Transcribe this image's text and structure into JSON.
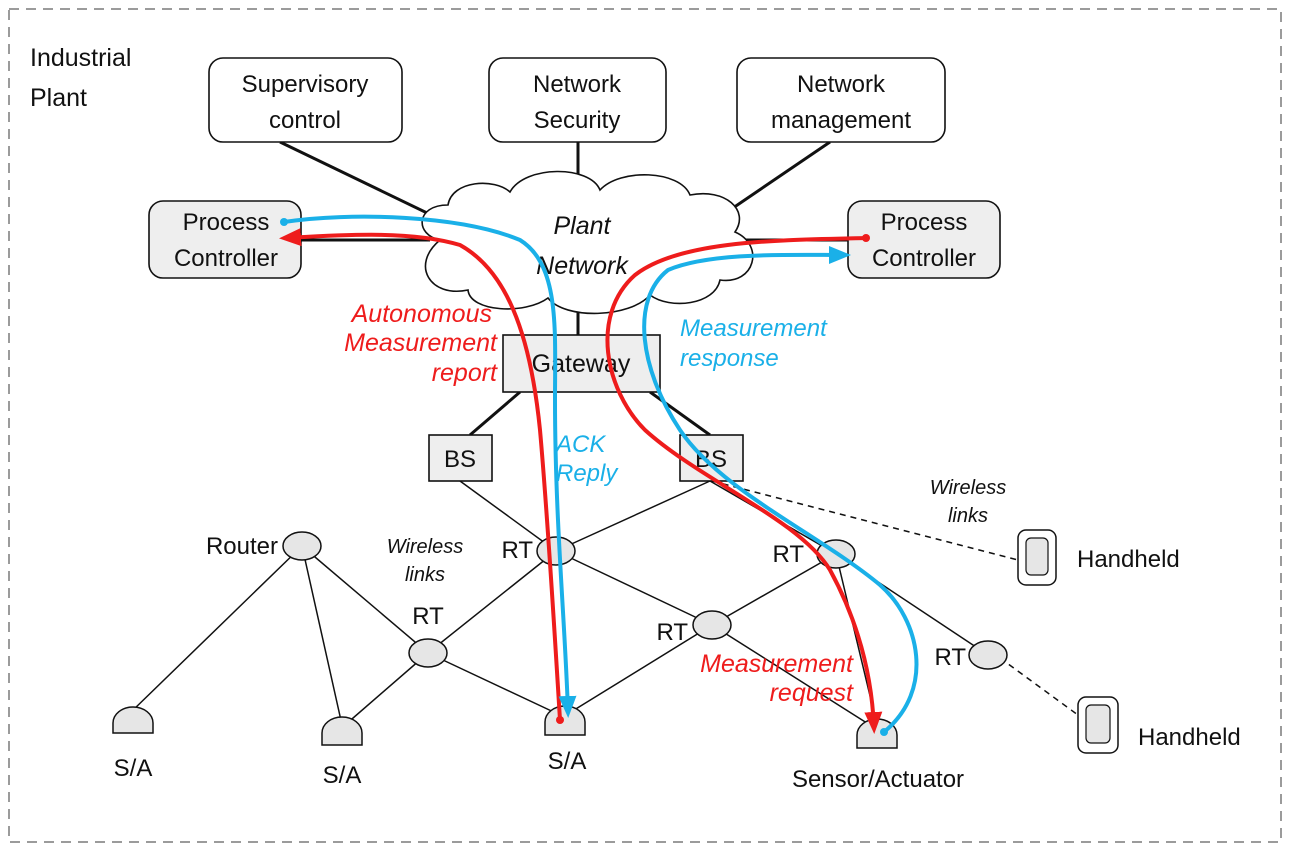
{
  "plant_label": [
    "Industrial",
    "Plant"
  ],
  "top_boxes": [
    {
      "id": "supervisory",
      "lines": [
        "Supervisory",
        "control"
      ]
    },
    {
      "id": "security",
      "lines": [
        "Network",
        "Security"
      ]
    },
    {
      "id": "management",
      "lines": [
        "Network",
        "management"
      ]
    }
  ],
  "cloud_label": [
    "Plant",
    "Network"
  ],
  "controllers": {
    "left": [
      "Process",
      "Controller"
    ],
    "right": [
      "Process",
      "Controller"
    ]
  },
  "gateway_label": "Gateway",
  "bs_label": "BS",
  "node_labels": {
    "router": "Router",
    "rt": "RT"
  },
  "wireless_links_label": [
    "Wireless",
    "links"
  ],
  "handheld_label": "Handheld",
  "sa_label": "S/A",
  "sensor_actuator_label": "Sensor/Actuator",
  "flows": {
    "autonomous_report": [
      "Autonomous",
      "Measurement",
      "report"
    ],
    "measurement_response": [
      "Measurement",
      "response"
    ],
    "ack_reply": [
      "ACK",
      "Reply"
    ],
    "measurement_request": [
      "Measurement",
      "request"
    ]
  },
  "colors": {
    "red_flow": "#ee1c1c",
    "blue_flow": "#1ab0e8",
    "frame": "#7a7a7a"
  }
}
